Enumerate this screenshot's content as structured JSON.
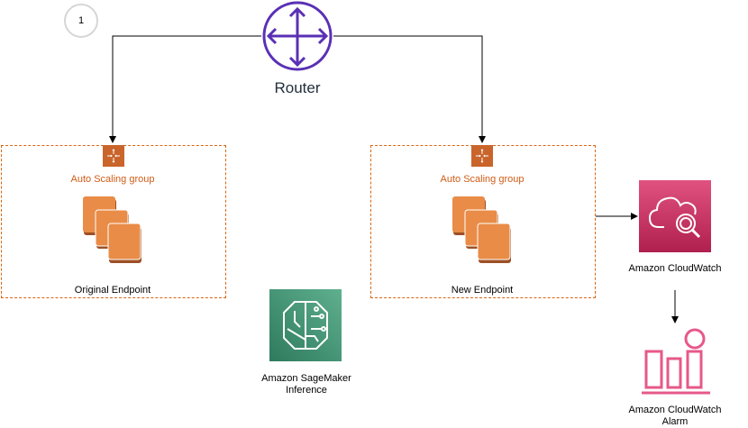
{
  "diagram": {
    "step_badge": "1",
    "router": {
      "label": "Router",
      "color": "#5a30b5"
    },
    "groups": [
      {
        "id": "original",
        "title": "Auto Scaling group",
        "label": "Original Endpoint"
      },
      {
        "id": "new",
        "title": "Auto Scaling group",
        "label": "New Endpoint"
      }
    ],
    "services": {
      "sagemaker": {
        "label_line1": "Amazon SageMaker",
        "label_line2": "Inference",
        "color": "#3b8b6f"
      },
      "cloudwatch": {
        "label": "Amazon CloudWatch",
        "color": "#c7336a"
      },
      "alarm": {
        "label_line1": "Amazon CloudWatch",
        "label_line2": "Alarm",
        "color": "#e7588a"
      }
    },
    "colors": {
      "asg_orange": "#d86613",
      "instance_orange": "#e98c48",
      "instance_shadow": "#9d5025"
    },
    "connections": [
      {
        "from": "router",
        "to": "original-endpoint"
      },
      {
        "from": "router",
        "to": "new-endpoint"
      },
      {
        "from": "new-endpoint",
        "to": "cloudwatch"
      },
      {
        "from": "cloudwatch",
        "to": "cloudwatch-alarm"
      }
    ]
  }
}
